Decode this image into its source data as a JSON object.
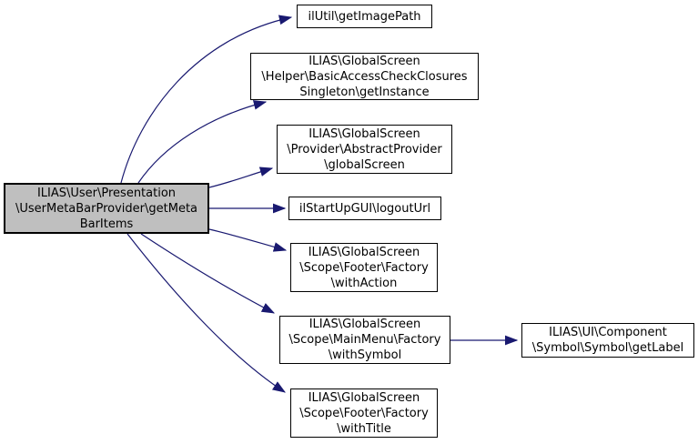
{
  "diagram": {
    "type": "call-graph",
    "colors": {
      "edge": "#191970",
      "border": "#000000",
      "node_fill": "#ffffff",
      "highlight_fill": "#bfbfbf",
      "bg": "#ffffff"
    },
    "nodes": [
      {
        "id": "getMetaBarItems",
        "highlighted": true,
        "label": "ILIAS\\User\\Presentation\n\\UserMetaBarProvider\\getMeta\nBarItems"
      },
      {
        "id": "getImagePath",
        "highlighted": false,
        "label": "ilUtil\\getImagePath"
      },
      {
        "id": "getInstance",
        "highlighted": false,
        "label": "ILIAS\\GlobalScreen\n\\Helper\\BasicAccessCheckClosures\nSingleton\\getInstance"
      },
      {
        "id": "globalScreen",
        "highlighted": false,
        "label": "ILIAS\\GlobalScreen\n\\Provider\\AbstractProvider\n\\globalScreen"
      },
      {
        "id": "logoutUrl",
        "highlighted": false,
        "label": "ilStartUpGUI\\logoutUrl"
      },
      {
        "id": "withAction",
        "highlighted": false,
        "label": "ILIAS\\GlobalScreen\n\\Scope\\Footer\\Factory\n\\withAction"
      },
      {
        "id": "withSymbol",
        "highlighted": false,
        "label": "ILIAS\\GlobalScreen\n\\Scope\\MainMenu\\Factory\n\\withSymbol"
      },
      {
        "id": "getLabel",
        "highlighted": false,
        "label": "ILIAS\\UI\\Component\n\\Symbol\\Symbol\\getLabel"
      },
      {
        "id": "withTitle",
        "highlighted": false,
        "label": "ILIAS\\GlobalScreen\n\\Scope\\Footer\\Factory\n\\withTitle"
      }
    ],
    "edges": [
      {
        "from": "getMetaBarItems",
        "to": "getImagePath"
      },
      {
        "from": "getMetaBarItems",
        "to": "getInstance"
      },
      {
        "from": "getMetaBarItems",
        "to": "globalScreen"
      },
      {
        "from": "getMetaBarItems",
        "to": "logoutUrl"
      },
      {
        "from": "getMetaBarItems",
        "to": "withAction"
      },
      {
        "from": "getMetaBarItems",
        "to": "withSymbol"
      },
      {
        "from": "getMetaBarItems",
        "to": "withTitle"
      },
      {
        "from": "withSymbol",
        "to": "getLabel"
      }
    ]
  }
}
